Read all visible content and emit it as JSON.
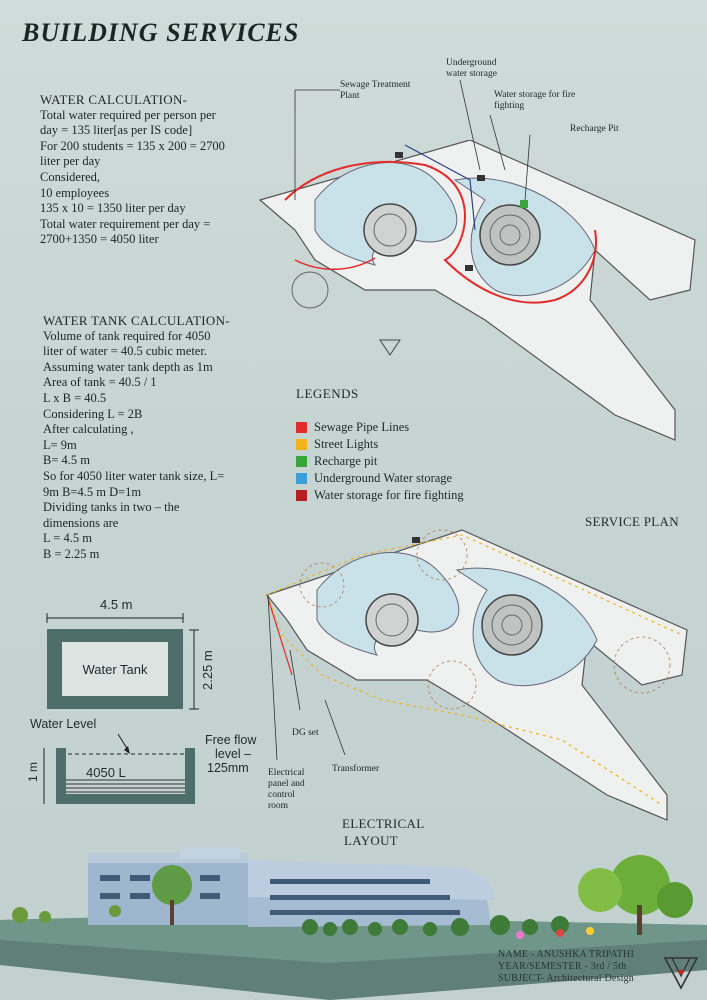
{
  "title": "BUILDING SERVICES",
  "water_calc": {
    "heading": "WATER CALCULATION-",
    "lines": [
      "Total water required per person per",
      "day = 135 liter[as per IS code]",
      "For 200 students = 135 x 200 = 2700",
      "liter per day",
      "Considered,",
      "10 employees",
      "135 x 10 = 1350 liter per day",
      "Total water requirement per day =",
      "2700+1350 = 4050 liter"
    ]
  },
  "tank_calc": {
    "heading": "WATER TANK CALCULATION-",
    "lines": [
      "Volume of  tank required for 4050",
      "liter of  water = 40.5 cubic meter.",
      "Assuming water tank depth as 1m",
      "Area of  tank = 40.5 / 1",
      "L x B = 40.5",
      "Considering L = 2B",
      "After calculating ,",
      "L= 9m",
      "B= 4.5 m",
      "So for 4050 liter water tank size, L=",
      "9m  B=4.5 m  D=1m",
      "Dividing tanks in two – the",
      "dimensions are",
      "L = 4.5 m",
      "B = 2.25 m"
    ]
  },
  "tank_diagram": {
    "width_label": "4.5 m",
    "depth_label": "2.25 m",
    "tank_label": "Water Tank",
    "water_level": "Water Level",
    "free_flow_1": "Free flow",
    "free_flow_2": "level –",
    "free_flow_3": "125mm",
    "capacity": "4050 L",
    "height_label": "1 m"
  },
  "service_plan": {
    "title": "SERVICE PLAN",
    "callouts": {
      "stp_1": "Sewage Treatment",
      "stp_2": "Plant",
      "ug_1": "Underground",
      "ug_2": "water storage",
      "fire_1": "Water storage for fire",
      "fire_2": "fighting",
      "recharge": "Recharge Pit"
    }
  },
  "legend": {
    "title": "LEGENDS",
    "items": [
      {
        "label": "Sewage Pipe Lines",
        "color": "#e32b2b"
      },
      {
        "label": "Street Lights",
        "color": "#f2b21b"
      },
      {
        "label": "Recharge pit",
        "color": "#3aa43a"
      },
      {
        "label": "Underground Water storage",
        "color": "#3a9fd6"
      },
      {
        "label": "Water storage for fire fighting",
        "color": "#b52020"
      }
    ]
  },
  "electrical": {
    "title_1": "ELECTRICAL",
    "title_2": "LAYOUT",
    "dg": "DG set",
    "transformer": "Transformer",
    "panel_1": "Electrical",
    "panel_2": "panel and",
    "panel_3": "control",
    "panel_4": "room"
  },
  "footer": {
    "name": "NAME - ANUSHKA TRIPATHI",
    "year": "YEAR/SEMESTER - 3rd / 5th",
    "subject": "SUBJECT- Architectural Design"
  },
  "colors": {
    "tank_wall": "#4e6e6c",
    "plan_water": "#c9e2ea",
    "sewage": "#e32b2b",
    "street_light": "#f2b21b"
  }
}
